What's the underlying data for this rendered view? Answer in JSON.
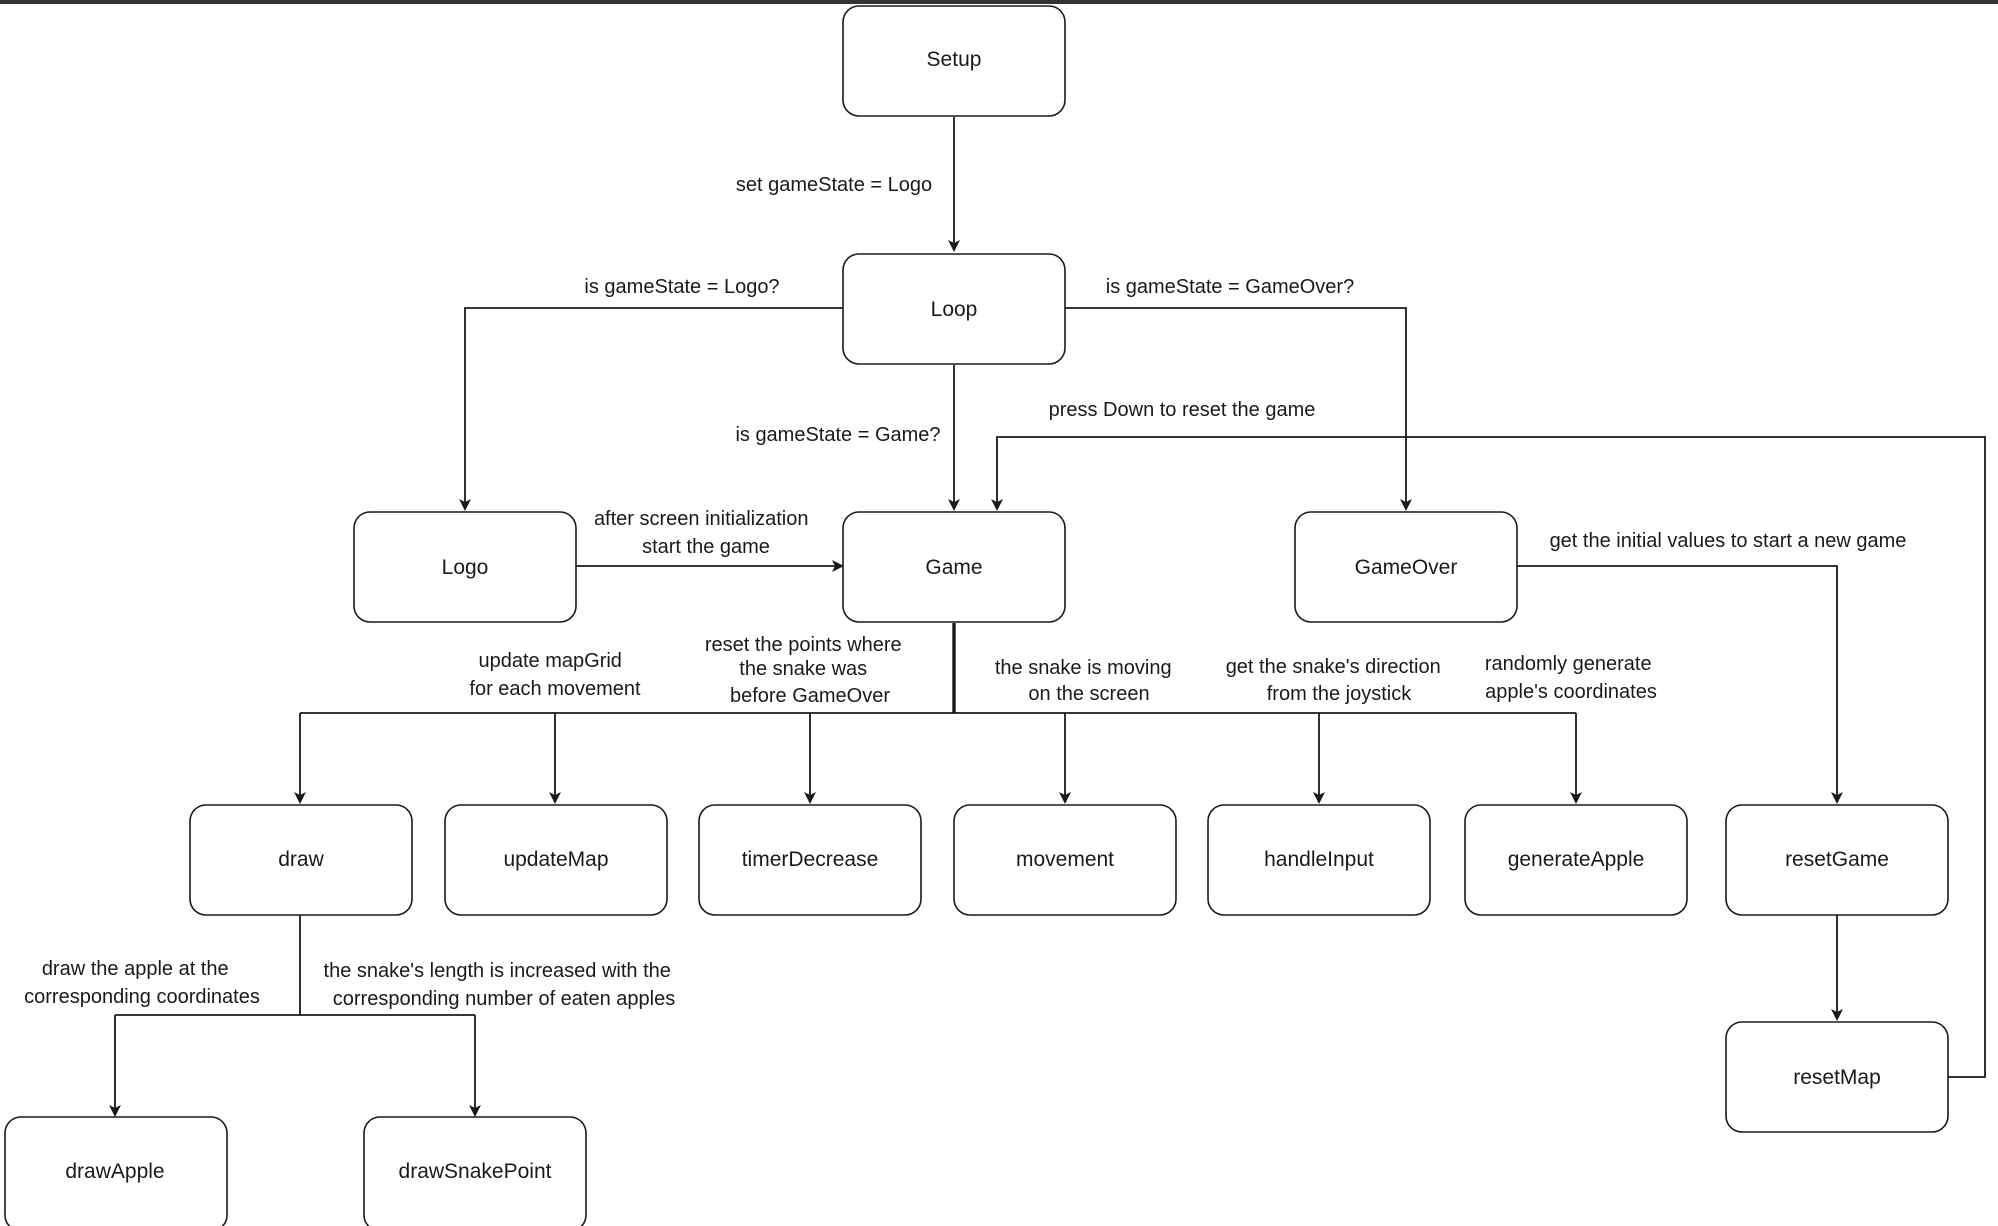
{
  "nodes": {
    "setup": "Setup",
    "loop": "Loop",
    "logo": "Logo",
    "game": "Game",
    "gameover": "GameOver",
    "draw": "draw",
    "updatemap": "updateMap",
    "timerdecrease": "timerDecrease",
    "movement": "movement",
    "handleinput": "handleInput",
    "generateapple": "generateApple",
    "resetgame": "resetGame",
    "resetmap": "resetMap",
    "drawapple": "drawApple",
    "drawsnakepoint": "drawSnakePoint"
  },
  "edges": {
    "setup_loop": [
      "set gameState = Logo"
    ],
    "loop_logo": [
      "is gameState = Logo?"
    ],
    "loop_gameover": [
      "is gameState = GameOver?"
    ],
    "loop_game": [
      "is gameState = Game?"
    ],
    "reset_game": [
      "press Down to reset the game"
    ],
    "logo_game": [
      "after screen initialization",
      "start the game"
    ],
    "gameover_resetgame": [
      "get the initial values to start a new game"
    ],
    "game_updatemap": [
      "update mapGrid",
      "for each movement"
    ],
    "game_timerdecrease": [
      "reset the points where",
      "the snake was",
      "before GameOver"
    ],
    "game_movement": [
      "the snake is moving",
      "on the screen"
    ],
    "game_handleinput": [
      "get the snake's direction",
      "from the joystick"
    ],
    "game_generateapple": [
      "randomly generate",
      "apple's coordinates"
    ],
    "draw_drawapple": [
      "draw the apple at the",
      "corresponding coordinates"
    ],
    "draw_drawsnakepoint": [
      "the snake's length is increased with the",
      "corresponding number of eaten apples"
    ]
  }
}
